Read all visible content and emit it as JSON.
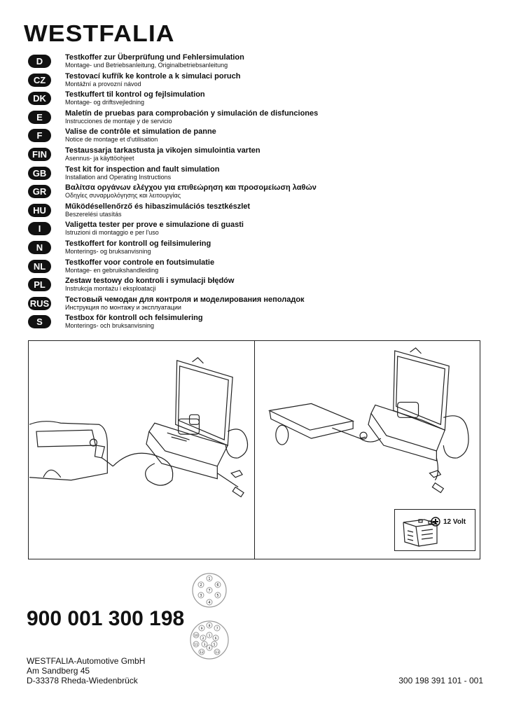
{
  "brand": "WESTFALIA",
  "languages": [
    {
      "code": "D",
      "title": "Testkoffer zur Überprüfung und Fehlersimulation",
      "subtitle": "Montage- und Betriebsanleitung, Originalbetriebsanleitung"
    },
    {
      "code": "CZ",
      "title": "Testovací kufřík ke kontrole a k simulaci poruch",
      "subtitle": "Montážní a provozní návod"
    },
    {
      "code": "DK",
      "title": "Testkuffert til kontrol og fejlsimulation",
      "subtitle": "Montage- og driftsvejledning"
    },
    {
      "code": "E",
      "title": "Maletín de pruebas para comprobación y simulación de disfunciones",
      "subtitle": "Instrucciones de montaje y de servicio"
    },
    {
      "code": "F",
      "title": "Valise de contrôle et simulation de panne",
      "subtitle": "Notice de montage et d'utilisation"
    },
    {
      "code": "FIN",
      "title": "Testaussarja tarkastusta ja vikojen simulointia varten",
      "subtitle": "Asennus- ja käyttöohjeet"
    },
    {
      "code": "GB",
      "title": "Test kit for inspection and fault simulation",
      "subtitle": "Installation and Operating Instructions"
    },
    {
      "code": "GR",
      "title": "Βαλίτσα οργάνων ελέγχου για επιθεώρηση και προσομείωση λαθών",
      "subtitle": "Οδηγίες συναρμολόγησης και λειτουργίας"
    },
    {
      "code": "HU",
      "title": "Működésellenőrző és hibaszimulációs tesztkészlet",
      "subtitle": "Beszerelési utasítás"
    },
    {
      "code": "I",
      "title": "Valigetta tester per prove e simulazione di guasti",
      "subtitle": "Istruzioni di montaggio e per l'uso"
    },
    {
      "code": "N",
      "title": "Testkoffert for kontroll og feilsimulering",
      "subtitle": "Monterings- og bruksanvisning"
    },
    {
      "code": "NL",
      "title": "Testkoffer voor controle en foutsimulatie",
      "subtitle": "Montage- en gebruikshandleiding"
    },
    {
      "code": "PL",
      "title": "Zestaw testowy do kontroli i symulacji błędów",
      "subtitle": "Instrukcja montażu i eksploatacji"
    },
    {
      "code": "RUS",
      "title": "Тестовый чемодан для контроля и моделирования неполадок",
      "subtitle": "Инструкция по монтажу и эксплуатации"
    },
    {
      "code": "S",
      "title": "Testbox för kontroll och felsimulering",
      "subtitle": "Monterings- och bruksanvisning"
    }
  ],
  "illustration": {
    "battery_label": "12 Volt"
  },
  "connector7_pins": [
    "1",
    "2",
    "3",
    "4",
    "5",
    "6",
    "7"
  ],
  "connector13_pins": [
    "1",
    "2",
    "3",
    "4",
    "5",
    "6",
    "7",
    "8",
    "9",
    "10",
    "11",
    "12",
    "13"
  ],
  "part_number": "900 001 300 198",
  "company": {
    "name": "WESTFALIA-Automotive GmbH",
    "street": "Am Sandberg 45",
    "city": "D-33378 Rheda-Wiedenbrück"
  },
  "document_code": "300 198 391 101 - 001"
}
